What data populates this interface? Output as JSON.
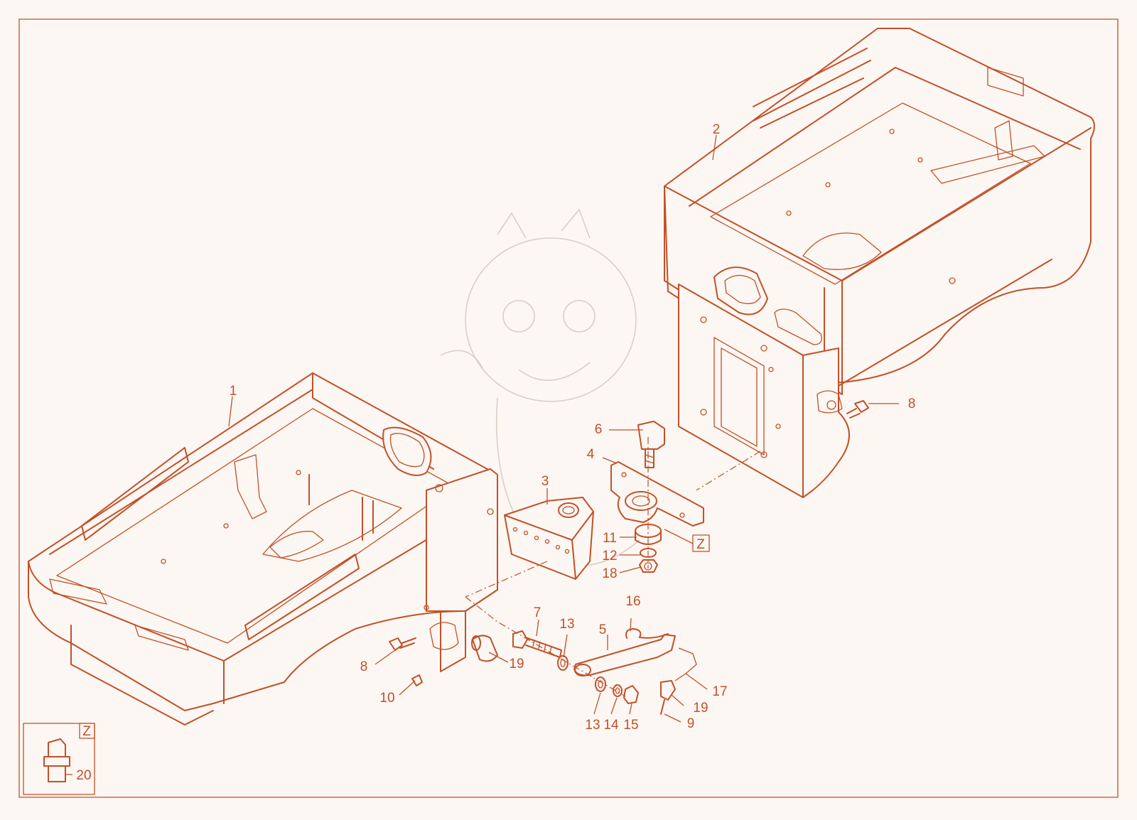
{
  "diagram": {
    "zoom_marker": "Z",
    "detail_marker": "Z",
    "colors": {
      "line": "#c2502a",
      "background": "#fcf7f2",
      "watermark": "#d9cfc6"
    },
    "callouts": [
      {
        "id": "c1",
        "label": "1"
      },
      {
        "id": "c2",
        "label": "2"
      },
      {
        "id": "c3",
        "label": "3"
      },
      {
        "id": "c4",
        "label": "4"
      },
      {
        "id": "c5",
        "label": "5"
      },
      {
        "id": "c6",
        "label": "6"
      },
      {
        "id": "c7",
        "label": "7"
      },
      {
        "id": "c8a",
        "label": "8"
      },
      {
        "id": "c8b",
        "label": "8"
      },
      {
        "id": "c9",
        "label": "9"
      },
      {
        "id": "c10",
        "label": "10"
      },
      {
        "id": "c11",
        "label": "11"
      },
      {
        "id": "c12",
        "label": "12"
      },
      {
        "id": "c13a",
        "label": "13"
      },
      {
        "id": "c13b",
        "label": "13"
      },
      {
        "id": "c14",
        "label": "14"
      },
      {
        "id": "c15",
        "label": "15"
      },
      {
        "id": "c16",
        "label": "16"
      },
      {
        "id": "c17",
        "label": "17"
      },
      {
        "id": "c18",
        "label": "18"
      },
      {
        "id": "c19a",
        "label": "19"
      },
      {
        "id": "c19b",
        "label": "19"
      },
      {
        "id": "c20",
        "label": "20"
      }
    ]
  }
}
